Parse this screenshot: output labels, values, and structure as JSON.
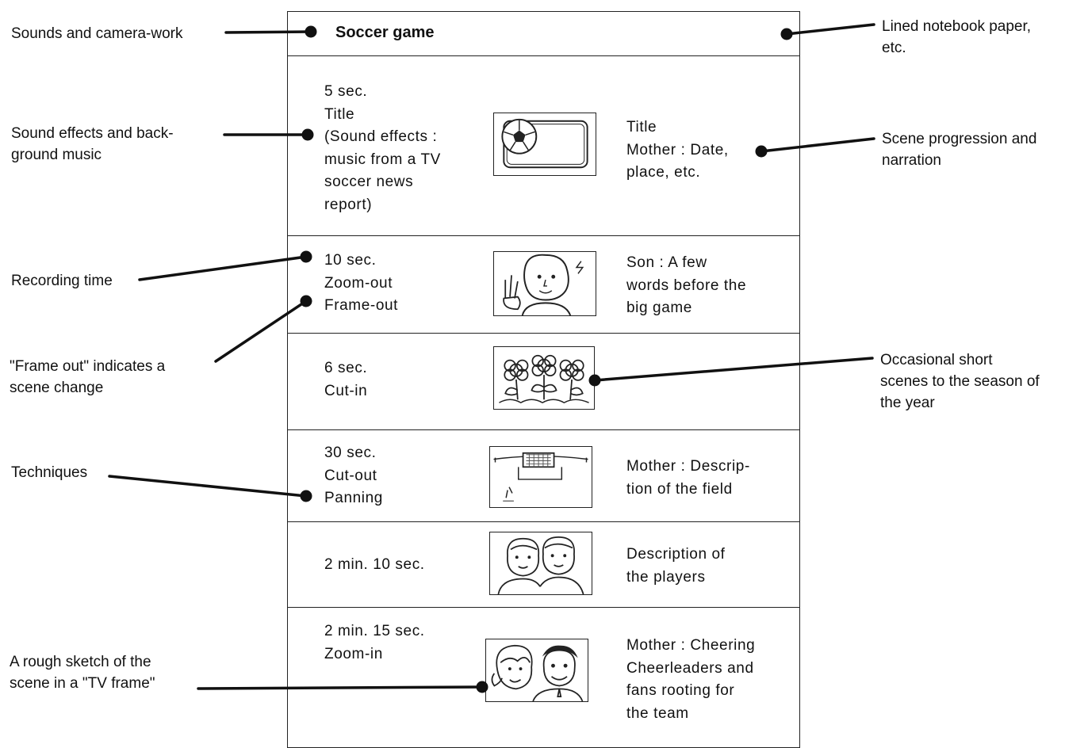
{
  "sheet": {
    "title": "Soccer game"
  },
  "rows": [
    {
      "time_tech": "5 sec.\nTitle\n(Sound effects :\nmusic from a TV\nsoccer news\nreport)",
      "sketch_icon": "soccer-ball-title-card",
      "narration": "Title\nMother : Date,\nplace, etc."
    },
    {
      "time_tech": "10 sec.\nZoom-out\nFrame-out",
      "sketch_icon": "boy-waving",
      "narration": "Son : A few\nwords before the\nbig game"
    },
    {
      "time_tech": "6 sec.\nCut-in",
      "sketch_icon": "flowers",
      "narration": ""
    },
    {
      "time_tech": "30 sec.\nCut-out\nPanning",
      "sketch_icon": "soccer-field-goal",
      "narration": "Mother : Descrip-\ntion of the field"
    },
    {
      "time_tech": "2 min. 10 sec.",
      "sketch_icon": "two-players",
      "narration": "Description of\nthe players"
    },
    {
      "time_tech": "2 min. 15 sec.\nZoom-in",
      "sketch_icon": "cheering-fans",
      "narration": "Mother : Cheering\nCheerleaders and\nfans rooting for\nthe team"
    }
  ],
  "labels": {
    "sounds_camera": "Sounds and camera-work",
    "notebook_paper": "Lined notebook paper,\netc.",
    "sound_effects": "Sound effects and back-\nground music",
    "scene_progression": "Scene progression and\nnarration",
    "recording_time": "Recording time",
    "frame_out": "\"Frame out\" indicates a\nscene change",
    "short_scenes": "Occasional short\nscenes to the season of\nthe year",
    "techniques": "Techniques",
    "rough_sketch": "A rough sketch of the\nscene in a \"TV frame\""
  }
}
